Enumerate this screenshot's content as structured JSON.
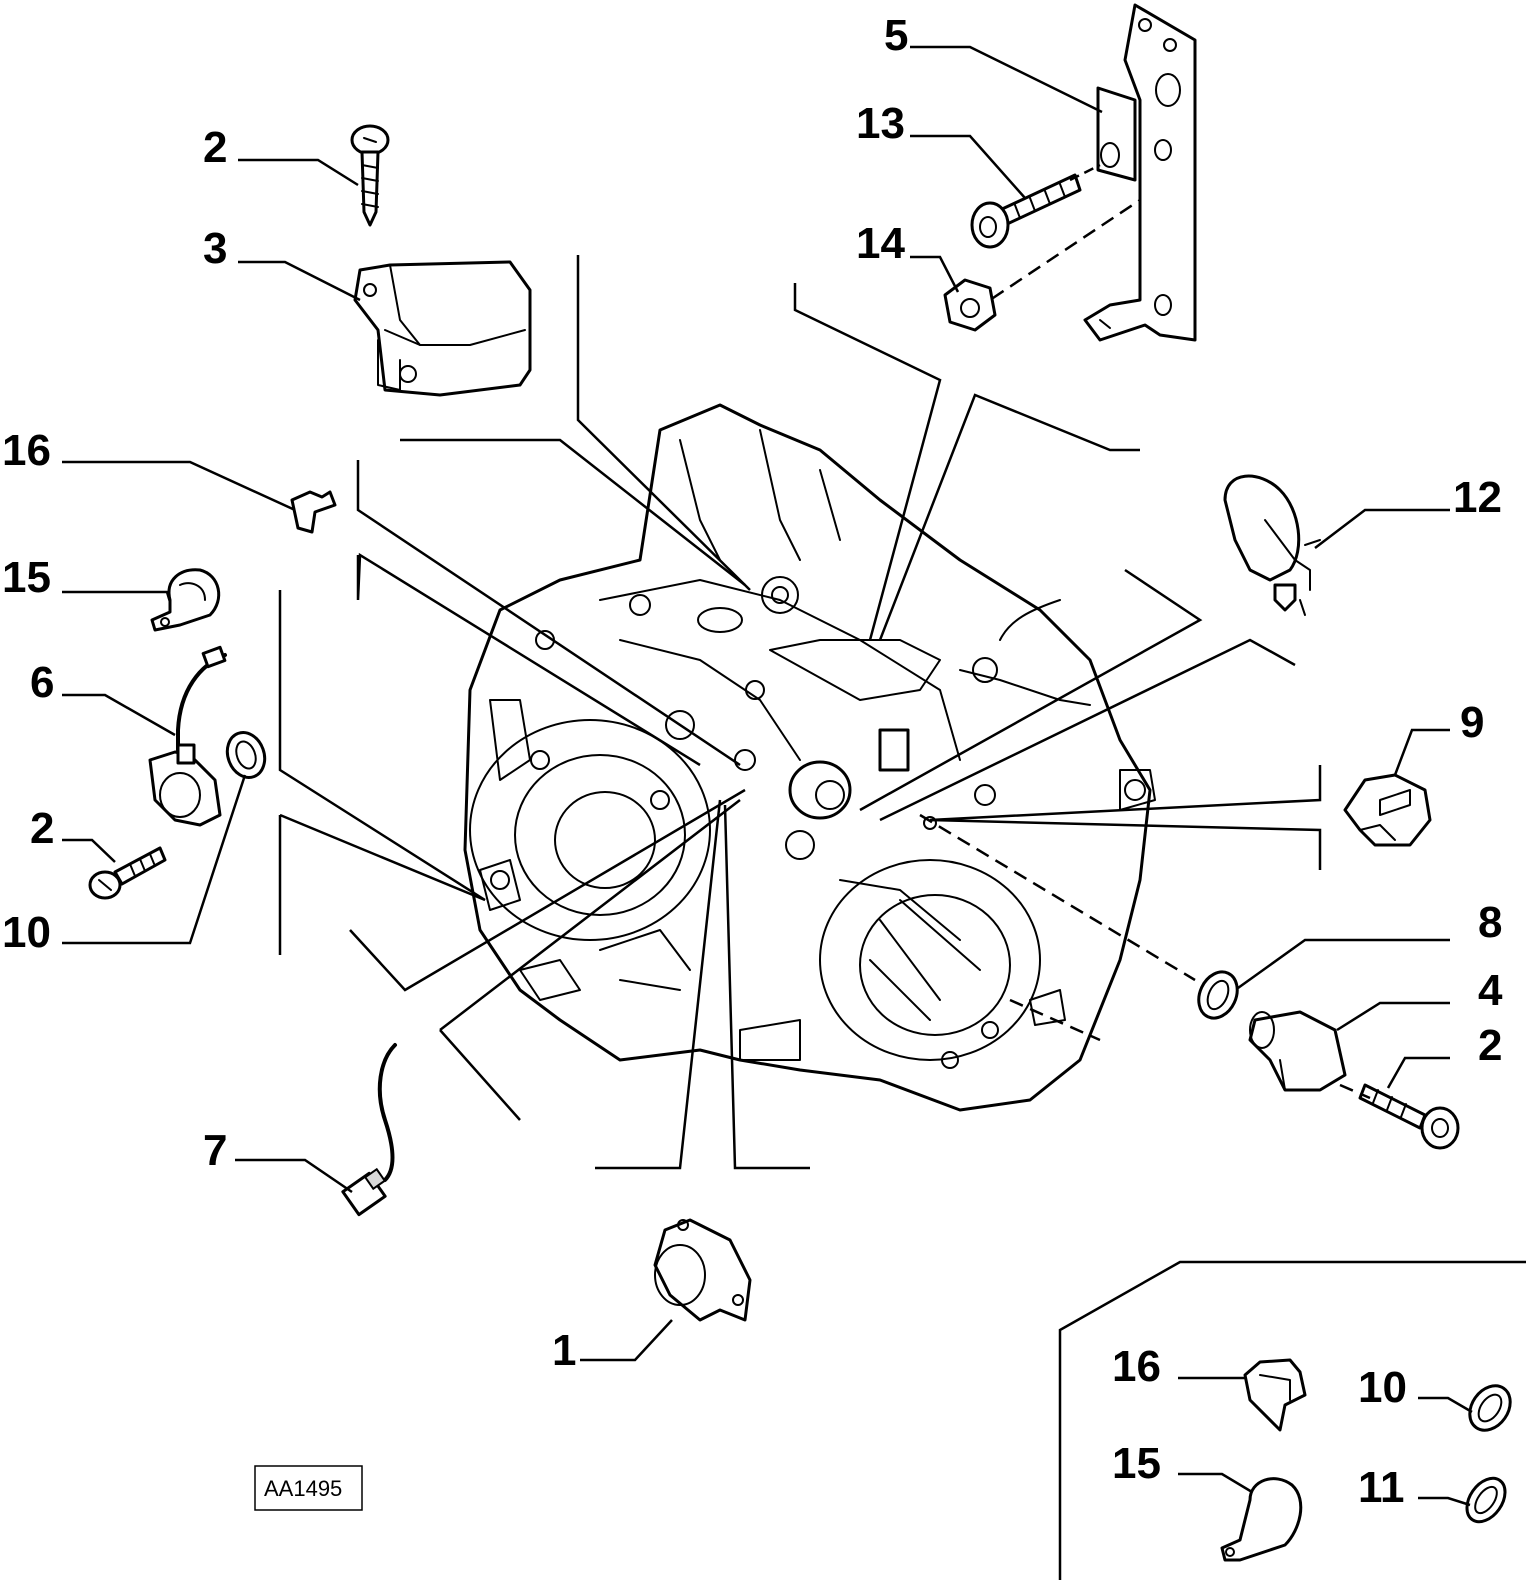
{
  "diagram_code": "AA1495",
  "callouts": {
    "c1": "1",
    "c2a": "2",
    "c2b": "2",
    "c2c": "2",
    "c3": "3",
    "c4": "4",
    "c5": "5",
    "c6": "6",
    "c7": "7",
    "c8": "8",
    "c9": "9",
    "c10a": "10",
    "c10b": "10",
    "c11": "11",
    "c12": "12",
    "c13": "13",
    "c14": "14",
    "c15a": "15",
    "c15b": "15",
    "c16a": "16",
    "c16b": "16"
  }
}
